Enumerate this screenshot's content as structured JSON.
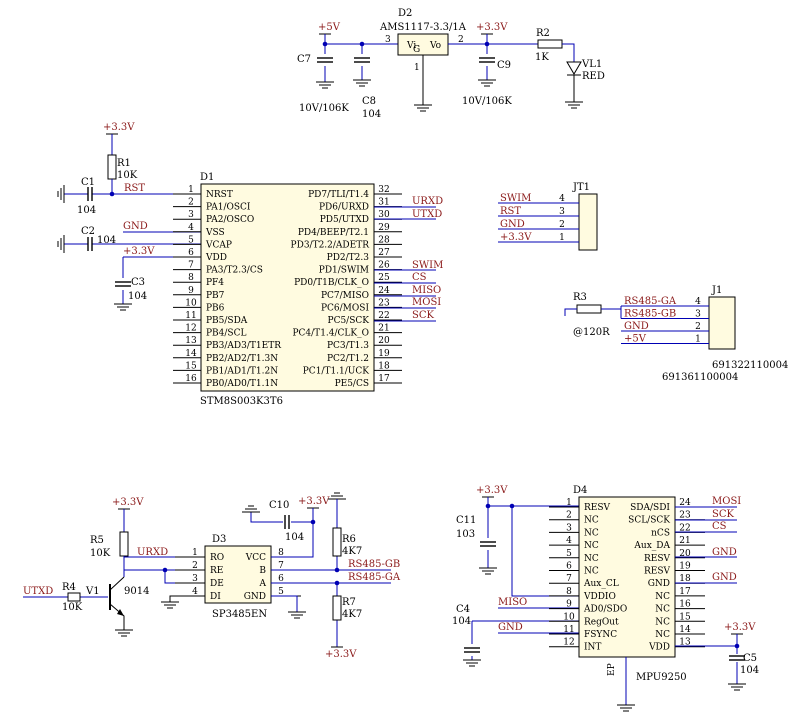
{
  "power": {
    "p5v": "+5V",
    "p33v": "+3.3V",
    "d2_ref": "D2",
    "d2_part": "AMS1117-3.3/1A",
    "d2_vi": "Vi",
    "d2_vo": "Vo",
    "d2_pin3": "3",
    "d2_pin2": "2",
    "d2_pin1": "1",
    "c7_ref": "C7",
    "c8_ref": "C8",
    "c8_val": "104",
    "c7_val": "10V/106K",
    "c9_ref": "C9",
    "c9_val": "10V/106K",
    "r2_ref": "R2",
    "r2_val": "1K",
    "vl1_ref": "VL1",
    "vl1_val": "RED"
  },
  "mcu": {
    "ref": "D1",
    "part": "STM8S003K3T6",
    "left_pins": [
      {
        "num": "1",
        "name": "NRST"
      },
      {
        "num": "2",
        "name": "PA1/OSCI"
      },
      {
        "num": "3",
        "name": "PA2/OSCO"
      },
      {
        "num": "4",
        "name": "VSS"
      },
      {
        "num": "5",
        "name": "VCAP"
      },
      {
        "num": "6",
        "name": "VDD"
      },
      {
        "num": "7",
        "name": "PA3/T2.3/CS"
      },
      {
        "num": "8",
        "name": "PF4"
      },
      {
        "num": "9",
        "name": "PB7"
      },
      {
        "num": "10",
        "name": "PB6"
      },
      {
        "num": "11",
        "name": "PB5/SDA"
      },
      {
        "num": "12",
        "name": "PB4/SCL"
      },
      {
        "num": "13",
        "name": "PB3/AD3/T1ETR"
      },
      {
        "num": "14",
        "name": "PB2/AD2/T1.3N"
      },
      {
        "num": "15",
        "name": "PB1/AD1/T1.2N"
      },
      {
        "num": "16",
        "name": "PB0/AD0/T1.1N"
      }
    ],
    "right_pins": [
      {
        "num": "32",
        "name": "PD7/TLI/T1.4"
      },
      {
        "num": "31",
        "name": "PD6/URXD"
      },
      {
        "num": "30",
        "name": "PD5/UTXD"
      },
      {
        "num": "29",
        "name": "PD4/BEEP/T2.1"
      },
      {
        "num": "28",
        "name": "PD3/T2.2/ADETR"
      },
      {
        "num": "27",
        "name": "PD2/T2.3"
      },
      {
        "num": "26",
        "name": "PD1/SWIM"
      },
      {
        "num": "25",
        "name": "PD0/T1B/CLK_O"
      },
      {
        "num": "24",
        "name": "PC7/MISO"
      },
      {
        "num": "23",
        "name": "PC6/MOSI"
      },
      {
        "num": "22",
        "name": "PC5/SCK"
      },
      {
        "num": "21",
        "name": "PC4/T1.4/CLK_O"
      },
      {
        "num": "20",
        "name": "PC3/T1.3"
      },
      {
        "num": "19",
        "name": "PC2/T1.2"
      },
      {
        "num": "18",
        "name": "PC1/T1.1/UCK"
      },
      {
        "num": "17",
        "name": "PE5/CS"
      }
    ],
    "r1_ref": "R1",
    "r1_val": "10K",
    "c1_ref": "C1",
    "c1_val": "104",
    "c2_ref": "C2",
    "c2_val": "104",
    "c3_ref": "C3",
    "c3_val": "104",
    "net_rst": "RST",
    "net_gnd": "GND",
    "net_33v": "+3.3V",
    "net_urxd": "URXD",
    "net_utxd": "UTXD",
    "net_swim": "SWIM",
    "net_cs": "CS",
    "net_miso": "MISO",
    "net_mosi": "MOSI",
    "net_sck": "SCK"
  },
  "jt1": {
    "ref": "JT1",
    "pins": [
      {
        "num": "4",
        "net": "SWIM"
      },
      {
        "num": "3",
        "net": "RST"
      },
      {
        "num": "2",
        "net": "GND"
      },
      {
        "num": "1",
        "net": "+3.3V"
      }
    ]
  },
  "j1": {
    "ref": "J1",
    "part_a": "691322110004",
    "part_b": "691361100004",
    "r3_ref": "R3",
    "r3_val": "@120R",
    "pins": [
      {
        "num": "4",
        "net": "RS485-GA"
      },
      {
        "num": "3",
        "net": "RS485-GB"
      },
      {
        "num": "2",
        "net": "GND"
      },
      {
        "num": "1",
        "net": "+5V"
      }
    ]
  },
  "rs485": {
    "ref": "D3",
    "part": "SP3485EN",
    "left_pins": [
      {
        "num": "1",
        "name": "RO"
      },
      {
        "num": "2",
        "name": "RE"
      },
      {
        "num": "3",
        "name": "DE"
      },
      {
        "num": "4",
        "name": "DI"
      }
    ],
    "right_pins": [
      {
        "num": "8",
        "name": "VCC"
      },
      {
        "num": "7",
        "name": "B"
      },
      {
        "num": "6",
        "name": "A"
      },
      {
        "num": "5",
        "name": "GND"
      }
    ],
    "p33v": "+3.3V",
    "r5_ref": "R5",
    "r5_val": "10K",
    "r4_ref": "R4",
    "r4_val": "10K",
    "v1_ref": "V1",
    "v1_val": "9014",
    "net_urxd": "URXD",
    "net_utxd": "UTXD",
    "c10_ref": "C10",
    "c10_val": "104",
    "r6_ref": "R6",
    "r6_val": "4K7",
    "r7_ref": "R7",
    "r7_val": "4K7",
    "net_gb": "RS485-GB",
    "net_ga": "RS485-GA"
  },
  "imu": {
    "ref": "D4",
    "part": "MPU9250",
    "ep": "EP",
    "left_pins": [
      {
        "num": "1",
        "name": "RESV"
      },
      {
        "num": "2",
        "name": "NC"
      },
      {
        "num": "3",
        "name": "NC"
      },
      {
        "num": "4",
        "name": "NC"
      },
      {
        "num": "5",
        "name": "NC"
      },
      {
        "num": "6",
        "name": "NC"
      },
      {
        "num": "7",
        "name": "Aux_CL"
      },
      {
        "num": "8",
        "name": "VDDIO"
      },
      {
        "num": "9",
        "name": "AD0/SDO"
      },
      {
        "num": "10",
        "name": "RegOut"
      },
      {
        "num": "11",
        "name": "FSYNC"
      },
      {
        "num": "12",
        "name": "INT"
      }
    ],
    "right_pins": [
      {
        "num": "24",
        "name": "SDA/SDI"
      },
      {
        "num": "23",
        "name": "SCL/SCK"
      },
      {
        "num": "22",
        "name": "nCS"
      },
      {
        "num": "21",
        "name": "Aux_DA"
      },
      {
        "num": "20",
        "name": "RESV"
      },
      {
        "num": "19",
        "name": "RESV"
      },
      {
        "num": "18",
        "name": "GND"
      },
      {
        "num": "17",
        "name": "NC"
      },
      {
        "num": "16",
        "name": "NC"
      },
      {
        "num": "15",
        "name": "NC"
      },
      {
        "num": "14",
        "name": "NC"
      },
      {
        "num": "13",
        "name": "VDD"
      }
    ],
    "p33v_a": "+3.3V",
    "p33v_b": "+3.3V",
    "c11_ref": "C11",
    "c11_val": "103",
    "c4_ref": "C4",
    "c4_val": "104",
    "c5_ref": "C5",
    "c5_val": "104",
    "net_miso": "MISO",
    "net_gnd": "GND",
    "net_mosi": "MOSI",
    "net_sck": "SCK",
    "net_cs": "CS",
    "net_gnd20": "GND",
    "net_gnd18": "GND"
  }
}
